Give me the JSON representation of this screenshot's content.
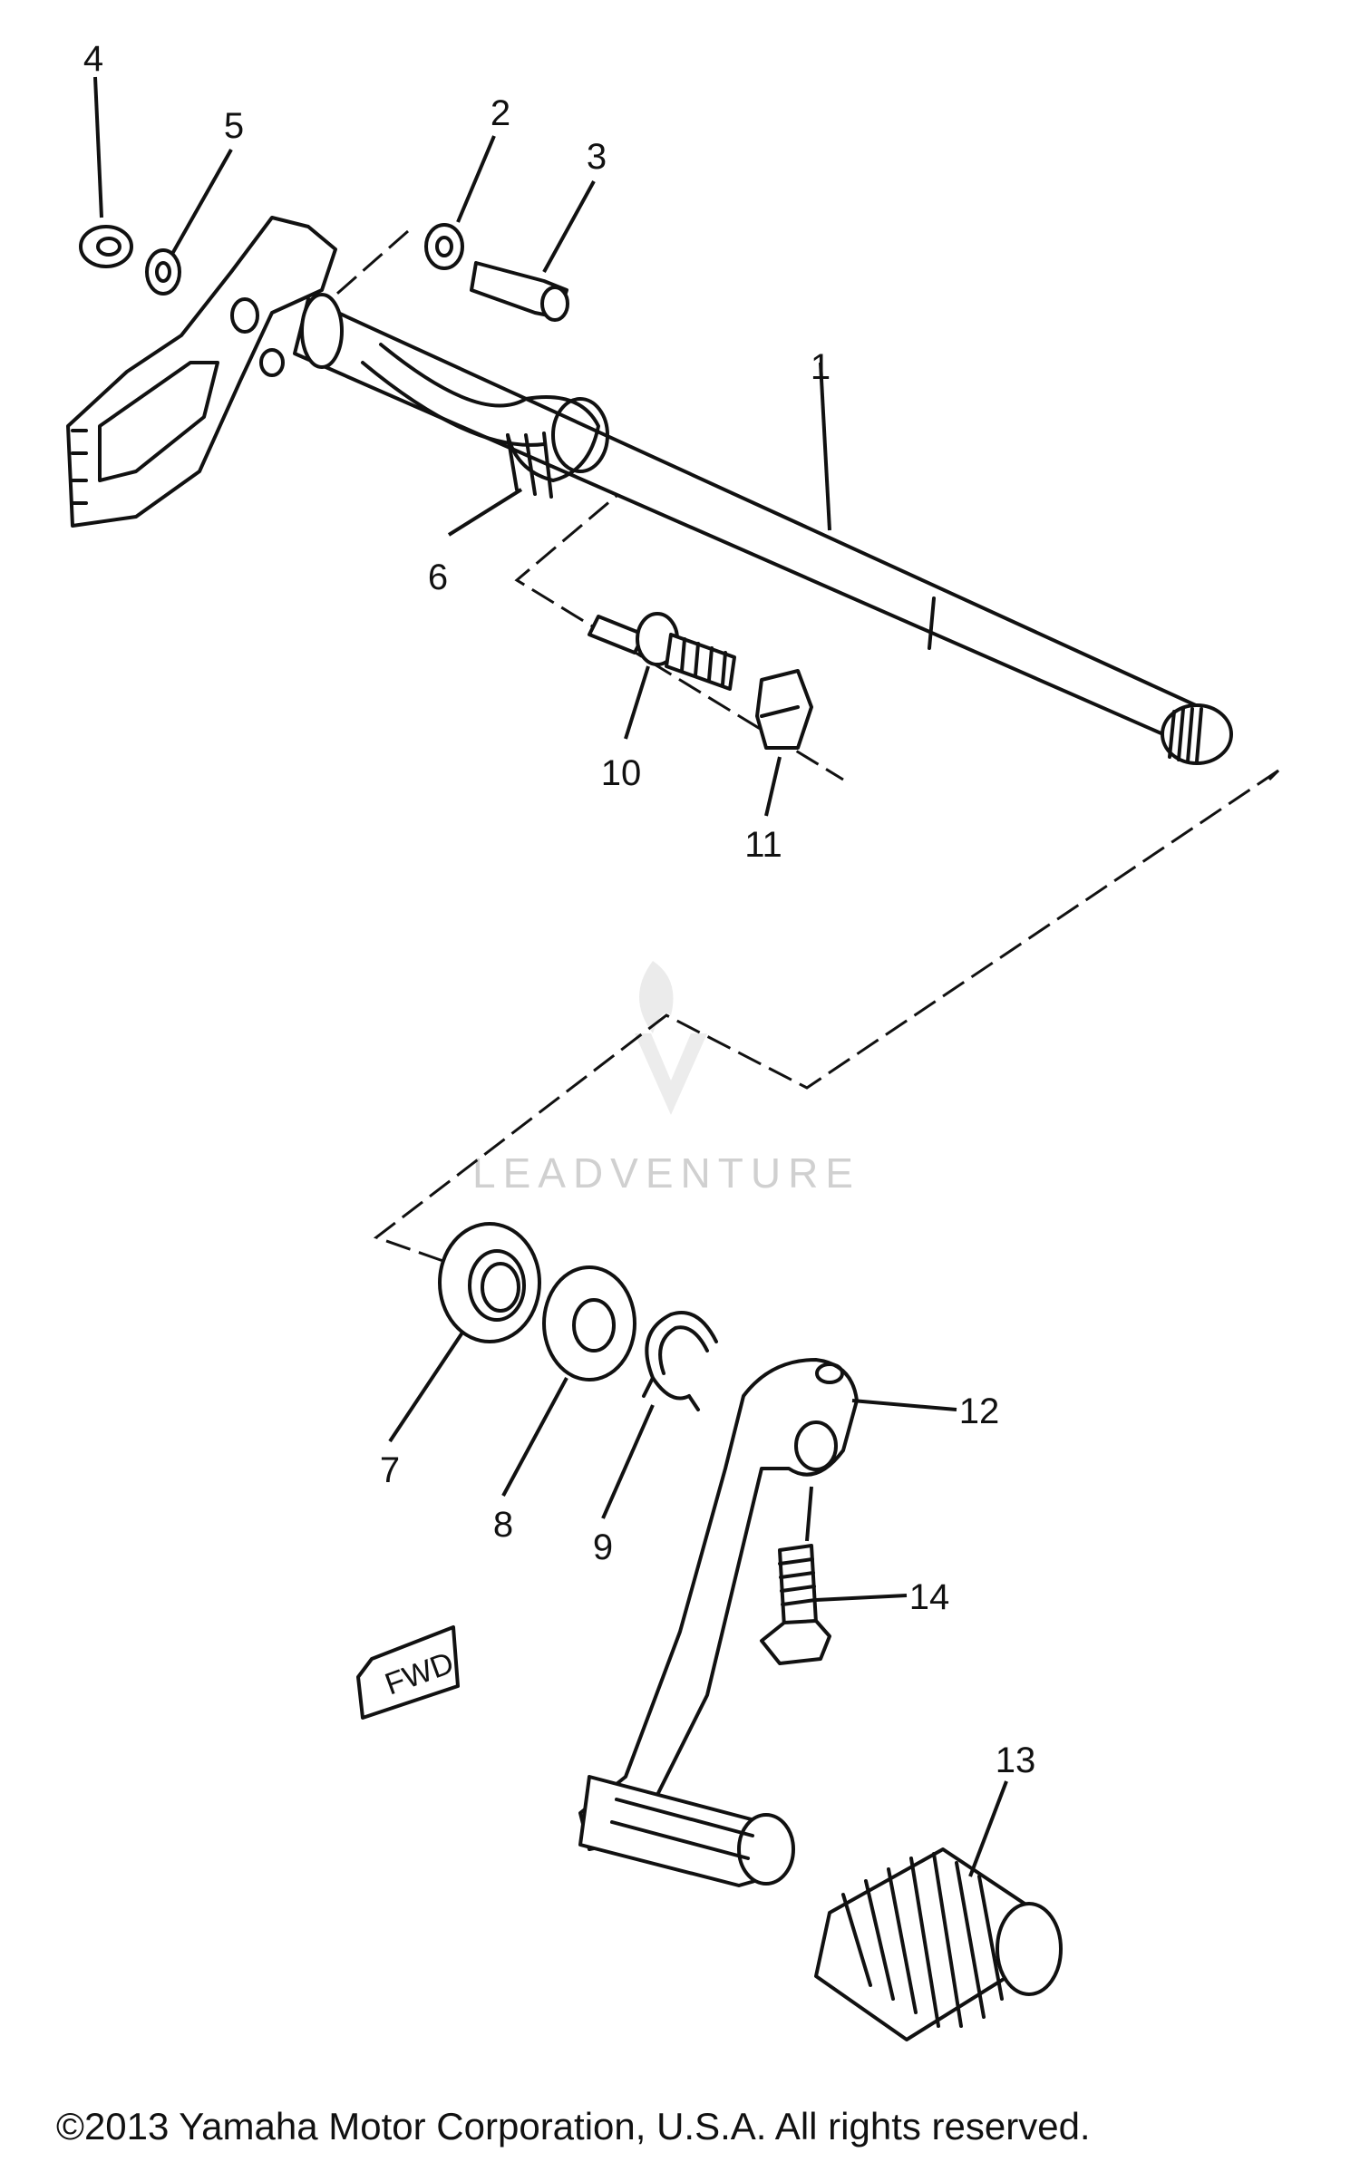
{
  "callouts": {
    "c1": "1",
    "c2": "2",
    "c3": "3",
    "c4": "4",
    "c5": "5",
    "c6": "6",
    "c7": "7",
    "c8": "8",
    "c9": "9",
    "c10": "10",
    "c11": "11",
    "c12": "12",
    "c13": "13",
    "c14": "14"
  },
  "fwd_label": "FWD",
  "watermark": "LEADVENTURE",
  "copyright": "©2013 Yamaha Motor Corporation, U.S.A. All rights reserved."
}
